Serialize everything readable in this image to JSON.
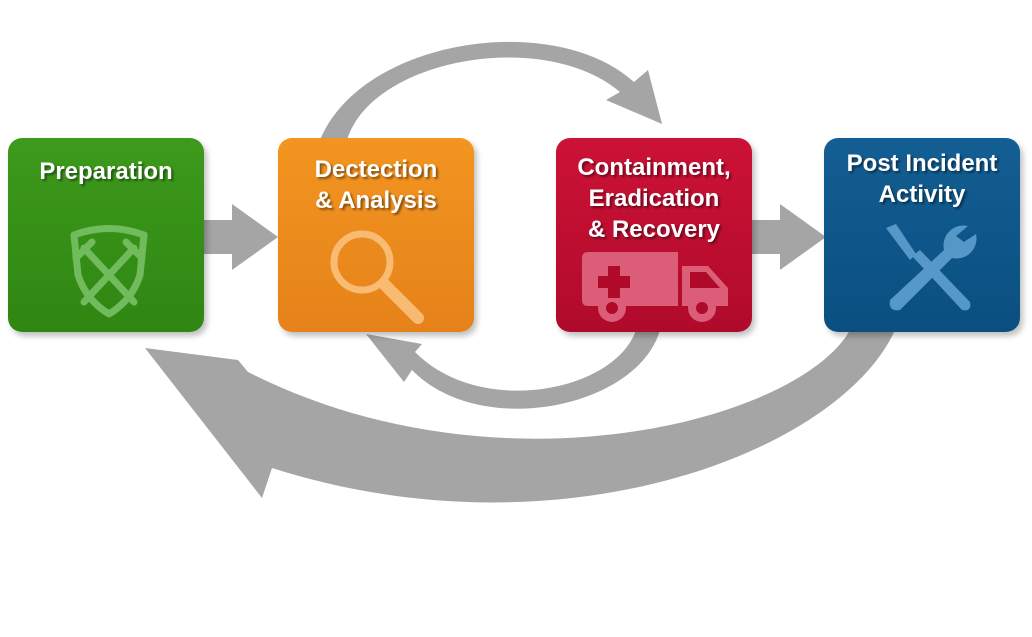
{
  "diagram": {
    "phases": [
      {
        "lines": [
          "Preparation"
        ],
        "color": "#2f8a14",
        "icon": "shield-swords-icon"
      },
      {
        "lines": [
          "Dectection",
          "& Analysis"
        ],
        "color": "#ee8a1c",
        "icon": "magnifier-icon"
      },
      {
        "lines": [
          "Containment,",
          "Eradication",
          "& Recovery"
        ],
        "color": "#c0102f",
        "icon": "ambulance-icon"
      },
      {
        "lines": [
          "Post Incident",
          "Activity"
        ],
        "color": "#0d5589",
        "icon": "wrench-screwdriver-icon"
      }
    ],
    "arrow_color": "#a5a5a5"
  }
}
